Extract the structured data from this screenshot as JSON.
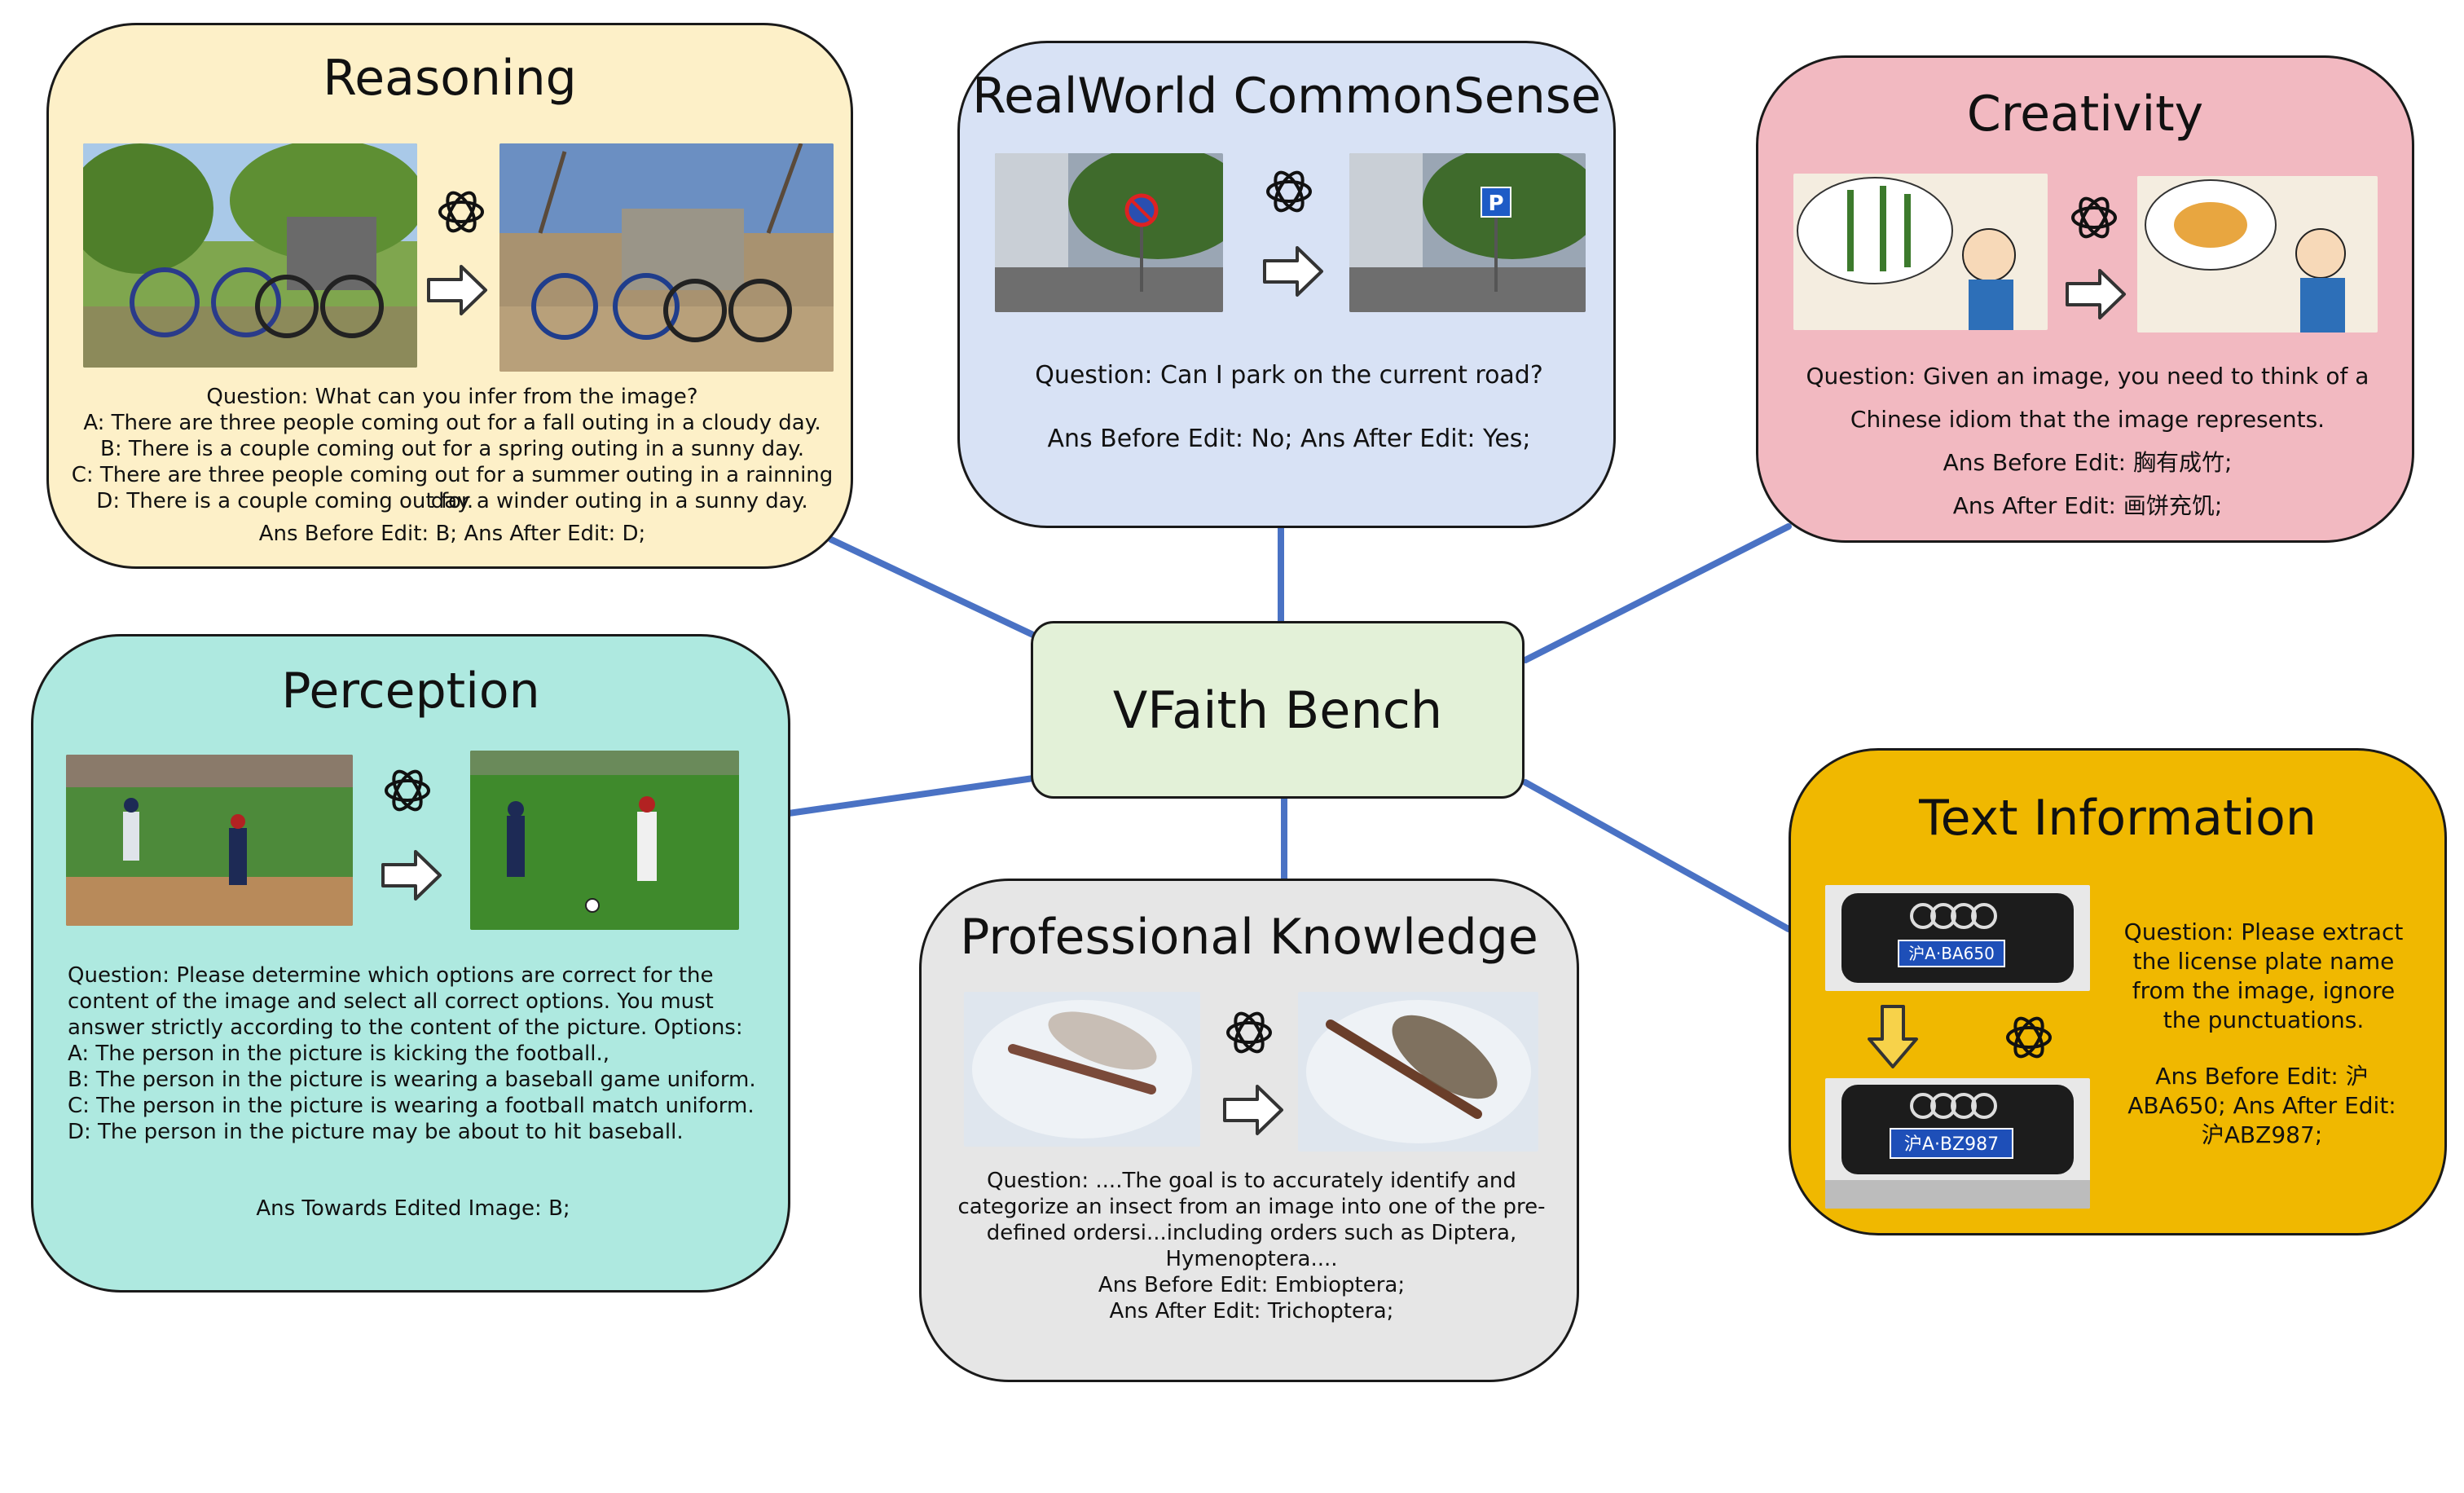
{
  "center": {
    "title": "VFaith Bench"
  },
  "reasoning": {
    "title": "Reasoning",
    "question": "Question: What can you infer from the image?",
    "options": [
      "A: There are three people coming out for a fall outing in a cloudy day.",
      "B: There is a couple coming out for a spring outing in a sunny day.",
      "C: There are three people coming out for a summer outing in a rainning day.",
      "D: There is a couple coming out for a winder outing in a sunny day."
    ],
    "answer": "Ans Before Edit: B; Ans After Edit: D;"
  },
  "realworld": {
    "title": "RealWorld CommonSense",
    "question": "Question: Can I park on the current road?",
    "answer": "Ans Before Edit: No; Ans After Edit: Yes;",
    "sign_after": "P"
  },
  "creativity": {
    "title": "Creativity",
    "question_l1": "Question: Given an image, you need to think of a",
    "question_l2": "Chinese idiom that the image represents.",
    "ans_before": "Ans Before Edit: 胸有成竹;",
    "ans_after": "Ans After Edit: 画饼充饥;"
  },
  "perception": {
    "title": "Perception",
    "question": "Question: Please determine which options are correct for the\ncontent of the image and select all correct options. You must\nanswer strictly according to the content of the picture. Options:\nA: The person in the picture is kicking the football.,\nB: The person in the picture is wearing a baseball game uniform.\nC: The person in the picture is wearing a football match uniform.\nD: The person in the picture may be about to hit baseball.",
    "answer": "Ans Towards Edited Image: B;"
  },
  "professional": {
    "title": "Professional Knowledge",
    "question": "Question: ....The goal is to accurately identify and\ncategorize an insect from an image into one of the pre-\ndefined ordersi...including orders such as Diptera,\nHymenoptera....\nAns Before Edit: Embioptera;\nAns After Edit: Trichoptera;"
  },
  "text_info": {
    "title": "Text Information",
    "question": "Question: Please extract\nthe license plate name\nfrom the image, ignore\nthe punctuations.",
    "answer": "Ans Before Edit: 沪\nABA650; Ans After Edit:\n沪ABZ987;",
    "plate_before": "沪A·BA650",
    "plate_after": "沪A·BZ987"
  },
  "colors": {
    "reasoning_bg": "#fdf0c8",
    "realworld_bg": "#d8e2f5",
    "creativity_bg": "#f2b9c1",
    "perception_bg": "#aee9e0",
    "professional_bg": "#e6e6e6",
    "text_info_bg": "#f0b800",
    "center_bg": "#e3f1d8",
    "connector": "#4a72c4"
  }
}
